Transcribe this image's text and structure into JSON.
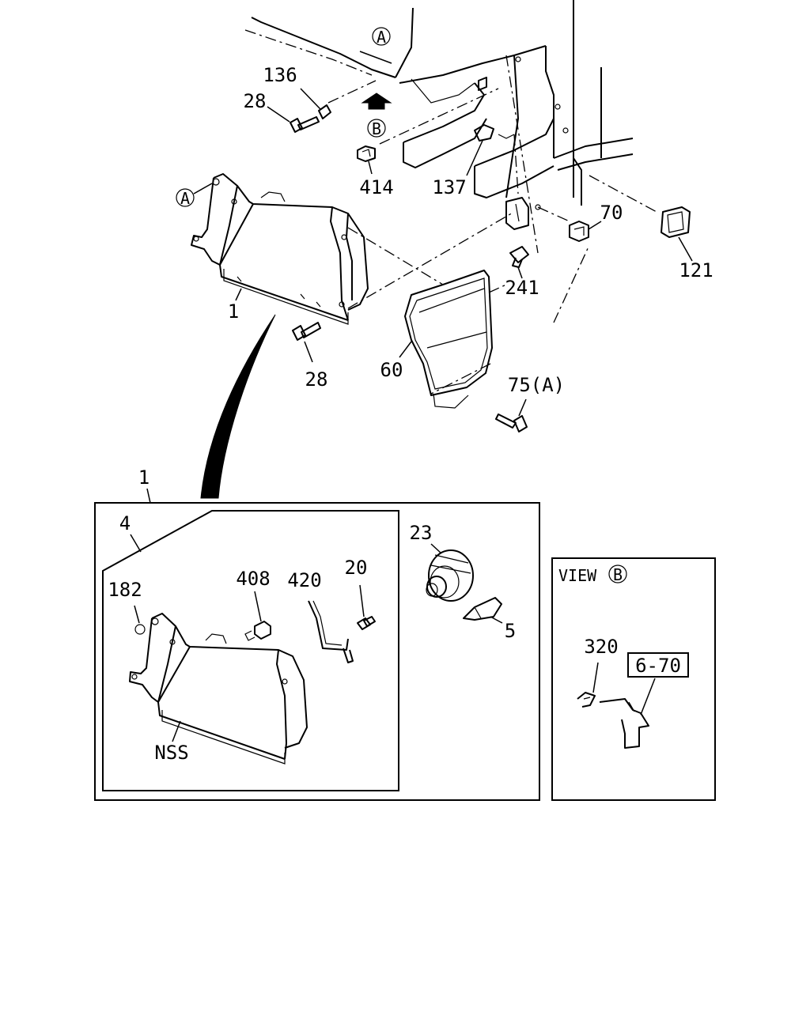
{
  "callouts": {
    "ref_a_top": "A",
    "ref_a_lamp": "A",
    "ref_b_top": "B",
    "ref_b_view": "B"
  },
  "labels": {
    "p136": "136",
    "p28_top": "28",
    "p414": "414",
    "p137": "137",
    "p70": "70",
    "p121": "121",
    "p1": "1",
    "p241": "241",
    "p28_bottom": "28",
    "p60": "60",
    "p75a": "75(A)",
    "p1_detail": "1",
    "p4": "4",
    "p23": "23",
    "p182": "182",
    "p408": "408",
    "p420": "420",
    "p20": "20",
    "p5": "5",
    "nss": "NSS",
    "view_prefix": "VIEW",
    "p320": "320",
    "ref_6_70": "6-70"
  }
}
